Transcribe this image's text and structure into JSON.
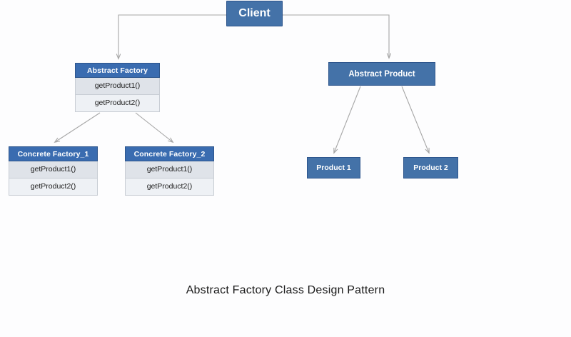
{
  "diagram": {
    "caption": "Abstract Factory Class Design Pattern",
    "colors": {
      "header_fill": "#3a6cb0",
      "solid_fill": "#4472a8",
      "box_border": "#2d558c",
      "row_fill_1": "#dfe3e9",
      "row_fill_2": "#eef1f5",
      "connector": "#a6a6a6",
      "background": "#fdfdfe"
    },
    "nodes": {
      "client": {
        "title": "Client"
      },
      "abstract_factory": {
        "title": "Abstract Factory",
        "methods": [
          "getProduct1()",
          "getProduct2()"
        ]
      },
      "abstract_product": {
        "title": "Abstract Product"
      },
      "concrete_factory_1": {
        "title": "Concrete Factory_1",
        "methods": [
          "getProduct1()",
          "getProduct2()"
        ]
      },
      "concrete_factory_2": {
        "title": "Concrete Factory_2",
        "methods": [
          "getProduct1()",
          "getProduct2()"
        ]
      },
      "product_1": {
        "title": "Product 1"
      },
      "product_2": {
        "title": "Product 2"
      }
    },
    "connections": [
      {
        "from": "Client",
        "to": "Abstract Factory",
        "style": "elbow-arrow"
      },
      {
        "from": "Client",
        "to": "Abstract Product",
        "style": "elbow-arrow"
      },
      {
        "from": "Abstract Factory",
        "to": "Concrete Factory_1",
        "style": "diagonal-arrow"
      },
      {
        "from": "Abstract Factory",
        "to": "Concrete Factory_2",
        "style": "diagonal-arrow"
      },
      {
        "from": "Abstract Product",
        "to": "Product 1",
        "style": "diagonal-arrow"
      },
      {
        "from": "Abstract Product",
        "to": "Product 2",
        "style": "diagonal-arrow"
      }
    ]
  }
}
